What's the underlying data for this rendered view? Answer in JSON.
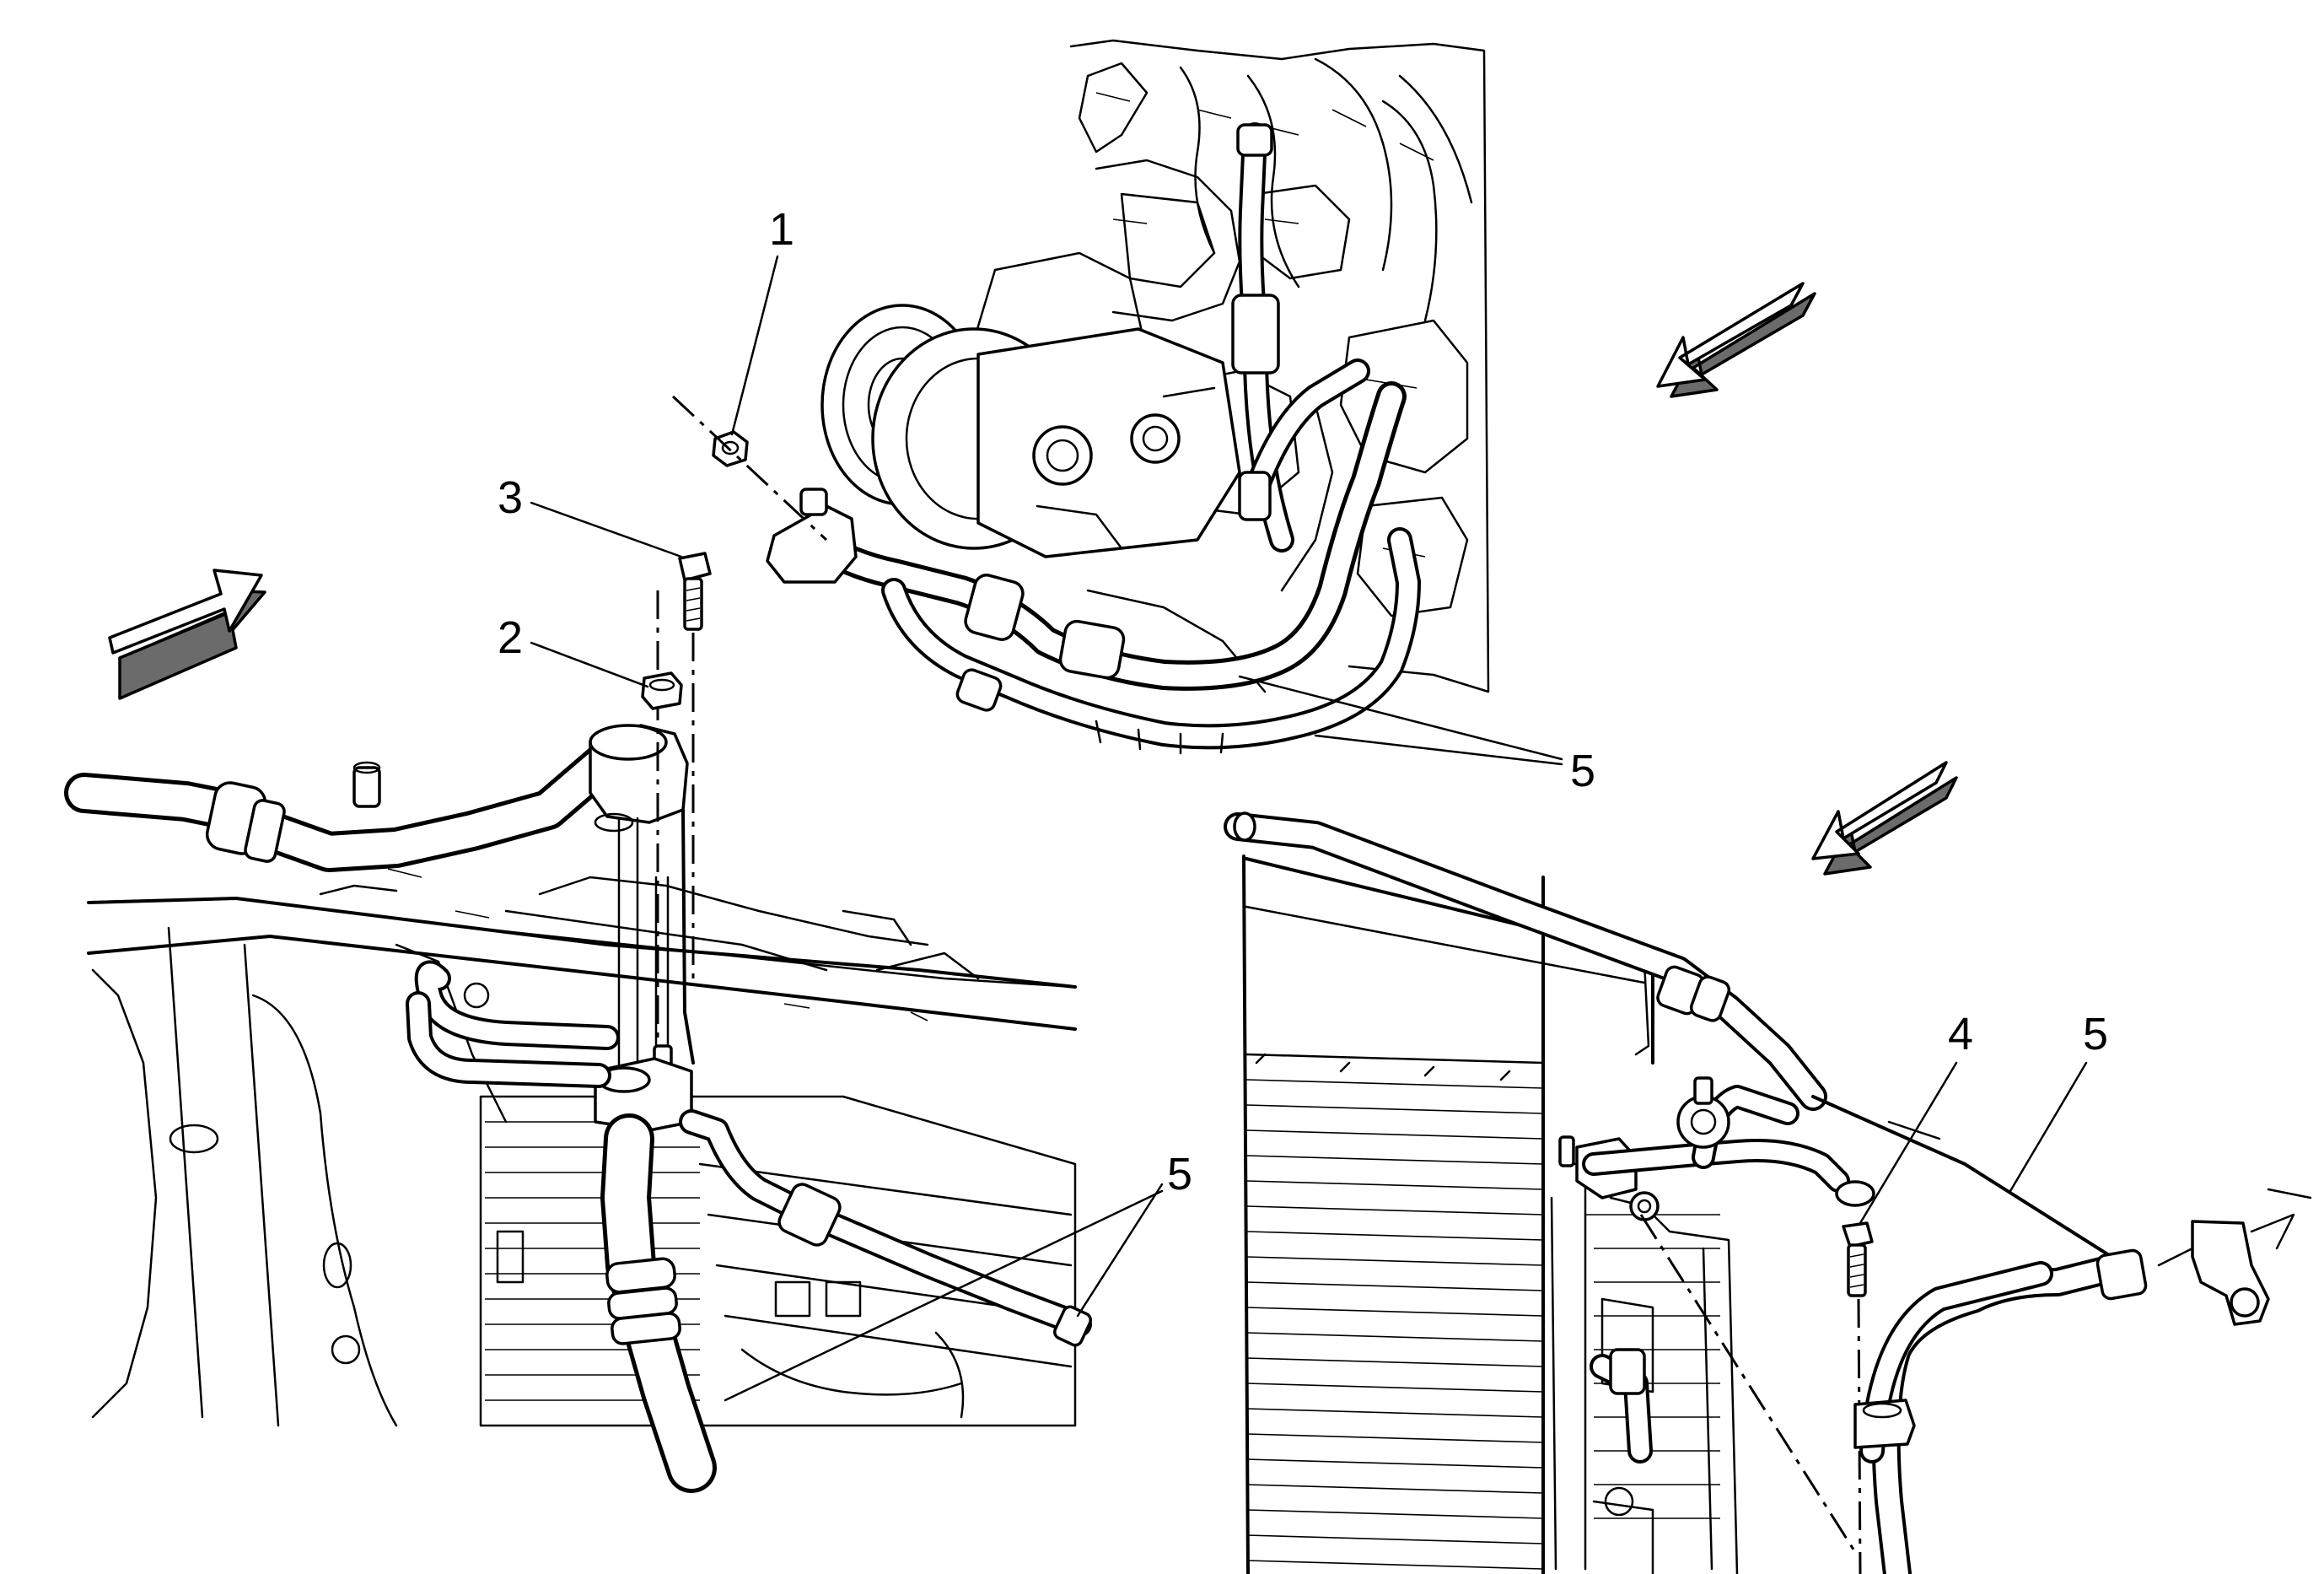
{
  "callouts": {
    "c1": "1",
    "c2": "2",
    "c3": "3",
    "c4": "4",
    "c5_top": "5",
    "c5_left": "5",
    "c5_right": "5"
  },
  "icons": {
    "direction_arrows": [
      "arrow-upper-right-icon",
      "arrow-lower-left-icon",
      "arrow-lower-left-icon"
    ]
  },
  "colors": {
    "line": "#000000",
    "background": "#ffffff",
    "arrow_face": "#ffffff",
    "arrow_shadow": "#000000"
  }
}
